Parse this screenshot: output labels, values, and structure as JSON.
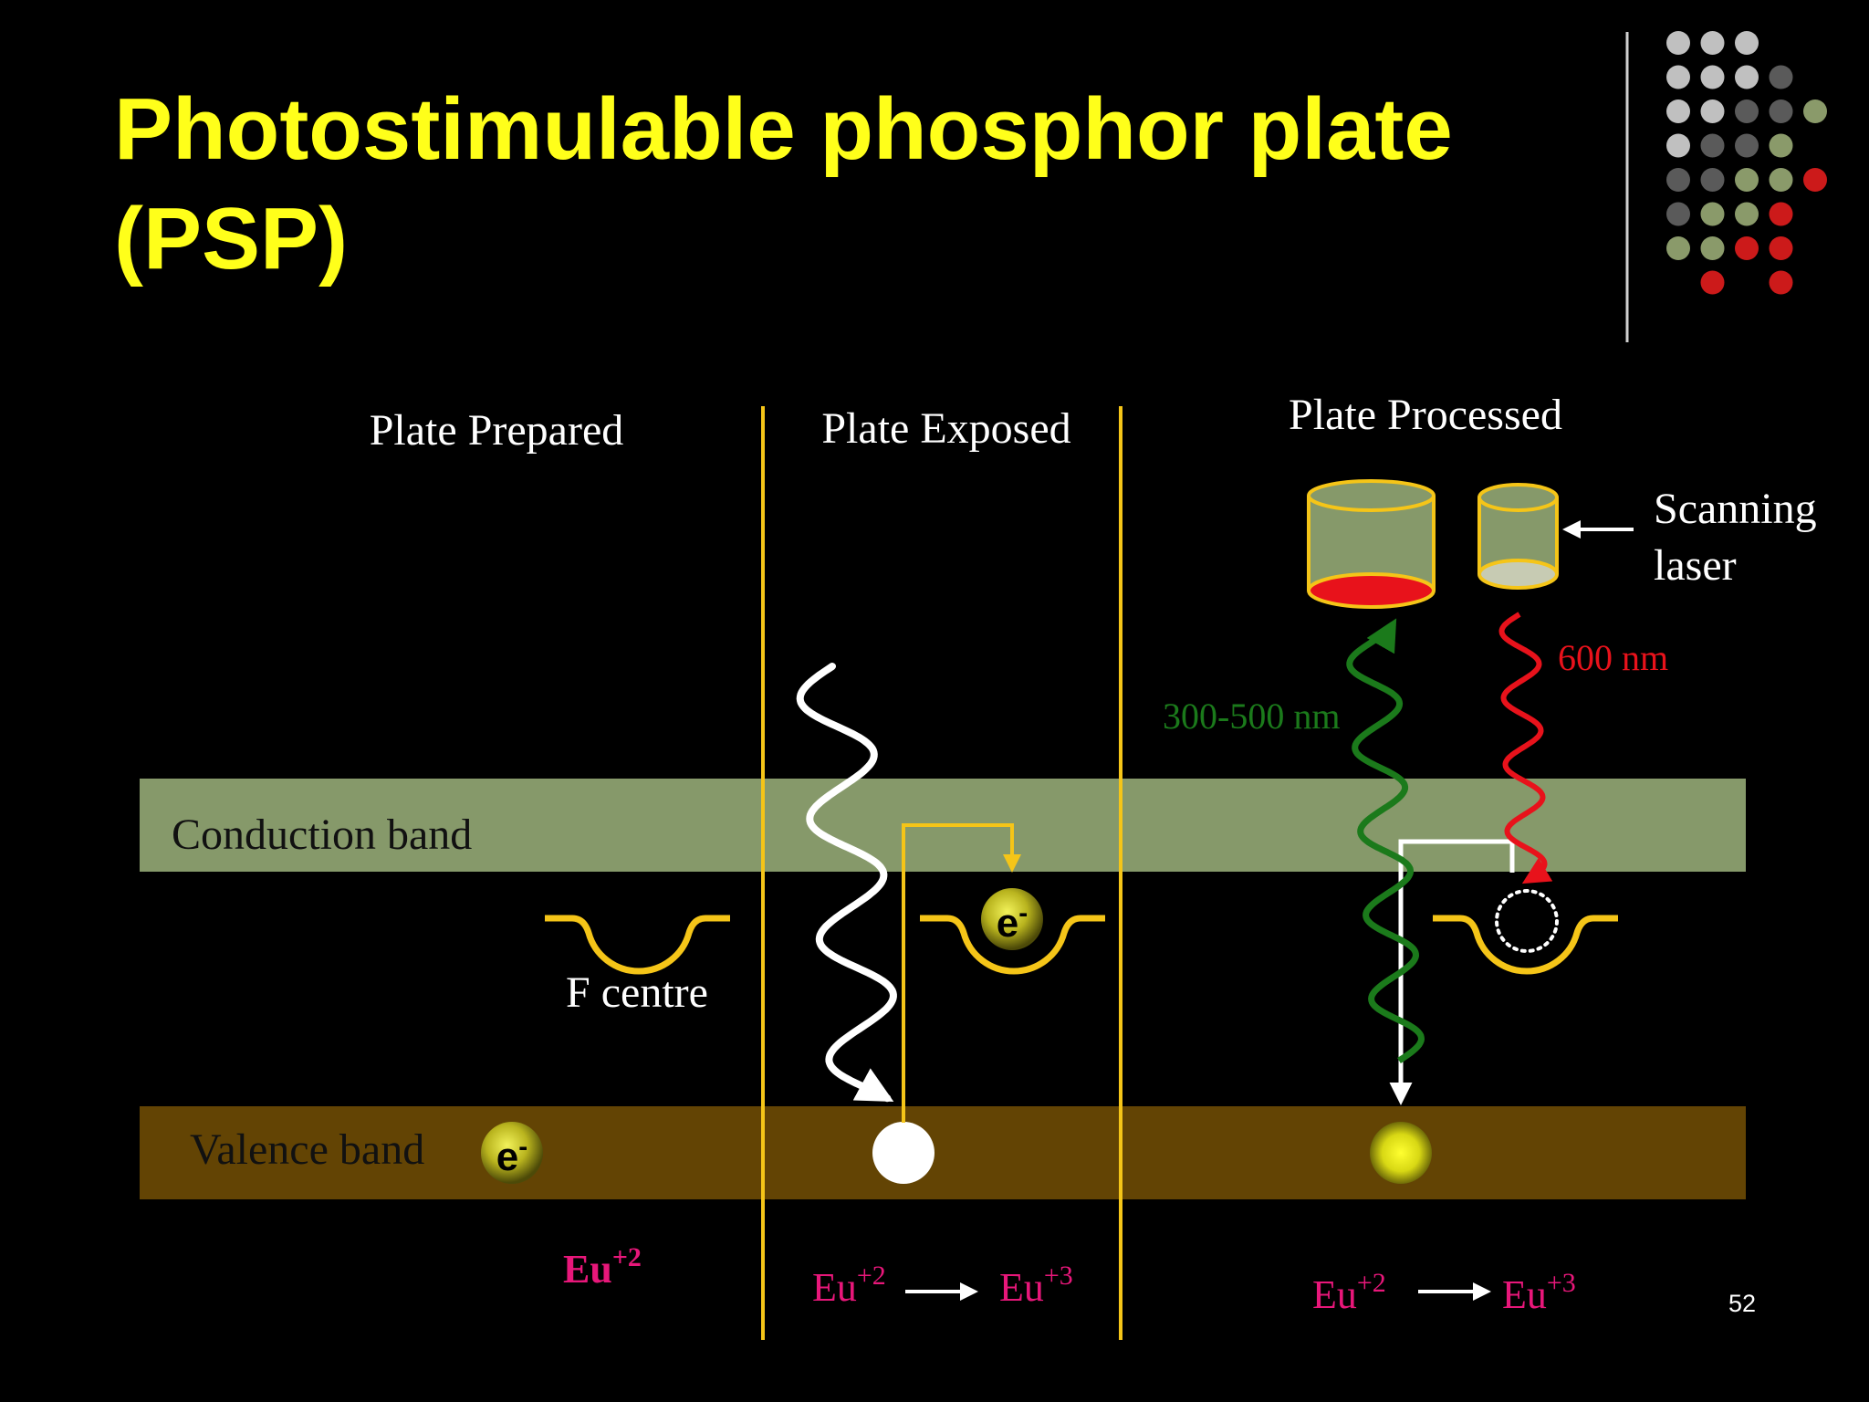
{
  "title": {
    "line1": "Photostimulable phosphor plate",
    "line2": "(PSP)"
  },
  "panels": {
    "prepared": "Plate Prepared",
    "exposed": "Plate Exposed",
    "processed": "Plate Processed"
  },
  "bands": {
    "conduction": "Conduction band",
    "valence": "Valence band"
  },
  "labels": {
    "f_centre": "F centre",
    "scanning_laser_line1": "Scanning",
    "scanning_laser_line2": "laser",
    "emission": "300-500 nm",
    "stimulation": "600 nm",
    "electron": "e",
    "electron_sup": "-"
  },
  "ions": {
    "eu_base": "Eu",
    "eu2": "+2",
    "eu3": "+3"
  },
  "slide_number": "52",
  "colors": {
    "background": "#000000",
    "title": "#ffff1a",
    "conduction_band": "#86996a",
    "valence_band": "#634404",
    "divider": "#f5c518",
    "ion": "#e8177a",
    "emission": "#1b7a1b",
    "stimulation": "#e8121b",
    "trap": "#f5c518"
  },
  "decor_dots": [
    [
      "#c0c0c0",
      "#c0c0c0",
      "#c0c0c0"
    ],
    [
      "#c0c0c0",
      "#c0c0c0",
      "#c0c0c0",
      "#5a5a5a"
    ],
    [
      "#c0c0c0",
      "#c0c0c0",
      "#5a5a5a",
      "#5a5a5a",
      "#8a9a6a"
    ],
    [
      "#c0c0c0",
      "#5a5a5a",
      "#5a5a5a",
      "#8a9a6a"
    ],
    [
      "#5a5a5a",
      "#5a5a5a",
      "#8a9a6a",
      "#8a9a6a",
      "#cc1a1a"
    ],
    [
      "#5a5a5a",
      "#8a9a6a",
      "#8a9a6a",
      "#cc1a1a"
    ],
    [
      "#8a9a6a",
      "#8a9a6a",
      "#cc1a1a",
      "#cc1a1a"
    ],
    [
      null,
      "#cc1a1a",
      null,
      "#cc1a1a"
    ]
  ]
}
